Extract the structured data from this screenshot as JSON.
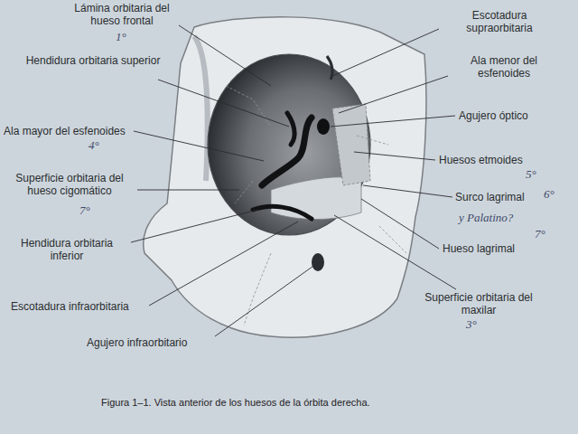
{
  "diagram": {
    "caption": "Figura 1–1. Vista anterior de los huesos de la órbita derecha.",
    "labels": [
      "Lámina orbitaria del hueso frontal",
      "1°",
      "Escotadura supraorbitaria",
      "Hendidura orbitaria superior",
      "Ala menor del esfenoides",
      "Ala mayor del esfenoides",
      "4°",
      "Agujero óptico",
      "Superficie orbitaria del hueso cigomático",
      "7°",
      "Huesos etmoides",
      "5°",
      "Surco lagrimal",
      "6°",
      "y Palatino?",
      "7°",
      "Hendidura orbitaria inferior",
      "Hueso lagrimal",
      "Escotadura infraorbitaria",
      "Superficie orbitaria del maxilar",
      "3°",
      "Agujero infraorbitario"
    ]
  }
}
